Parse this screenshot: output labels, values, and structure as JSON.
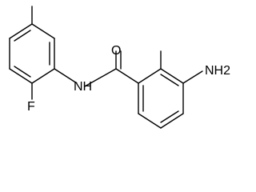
{
  "molecule": {
    "bond_color": "#000000",
    "label_color": "#000000",
    "atom_labels": {
      "oxygen": "O",
      "amide_nitrogen": "NH",
      "amine": "NH2",
      "fluorine": "F"
    }
  }
}
